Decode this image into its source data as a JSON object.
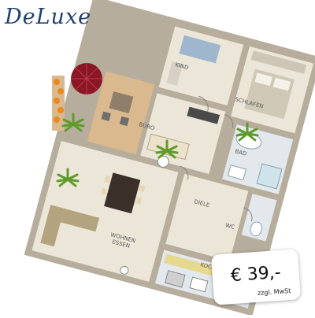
{
  "brand": {
    "logo_text": "DeLuxe"
  },
  "price": {
    "amount": "€ 39,-",
    "note": "zzgl. MwSt"
  },
  "rooms": {
    "kind": "KIND",
    "schlafen": "SCHLAFEN",
    "buero": "BÜRO",
    "bad": "BAD",
    "diele": "DIELE",
    "wc": "WC",
    "wohnen_line1": "WOHNEN",
    "wohnen_line2": "ESSEN",
    "kochen": "KOCHEN"
  },
  "colors": {
    "wall": "#b7ad9d",
    "floor": "#ece6d8",
    "terrace": "#d9b98d",
    "tile": "#e2e8ec",
    "sofa": "#b3a37e",
    "table": "#3b2f29",
    "bed": "#cfc8b6",
    "umbrella": "#8b1726",
    "plant": "#5f9a2c",
    "flowers": "#e88a1d",
    "brand": "#1f3f6b"
  }
}
